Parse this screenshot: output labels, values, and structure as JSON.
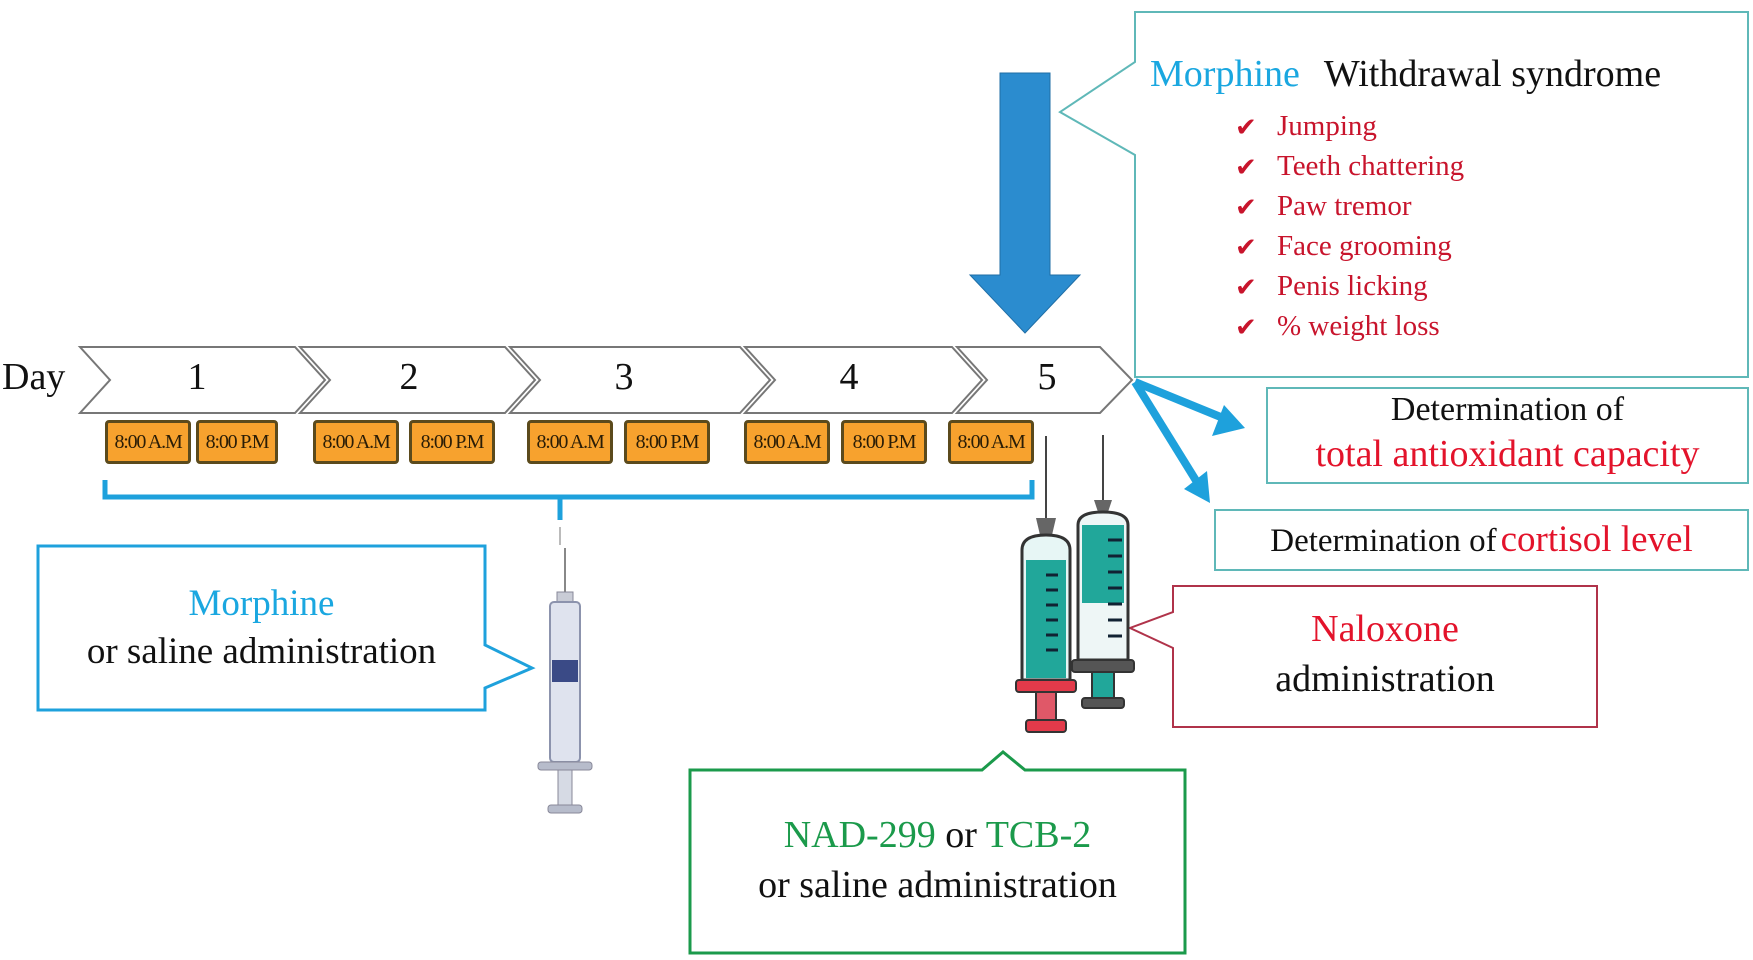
{
  "timeline": {
    "day_label": "Day",
    "days": [
      "1",
      "2",
      "3",
      "4",
      "5"
    ],
    "time_slots": [
      "8:00 A.M",
      "8:00 P.M",
      "8:00 A.M",
      "8:00 P.M",
      "8:00 A.M",
      "8:00 P.M",
      "8:00 A.M",
      "8:00 P.M",
      "8:00 A.M"
    ]
  },
  "withdrawal": {
    "drug": "Morphine",
    "title": "Withdrawal syndrome",
    "symptoms": [
      "Jumping",
      "Teeth chattering",
      "Paw tremor",
      "Face grooming",
      "Penis licking",
      "% weight loss"
    ]
  },
  "antioxidant": {
    "prefix": "Determination of",
    "highlight": "total antioxidant capacity"
  },
  "cortisol": {
    "prefix": "Determination of",
    "highlight": "cortisol level"
  },
  "morphine_admin": {
    "drug": "Morphine",
    "text": "or saline administration"
  },
  "naloxone_admin": {
    "drug": "Naloxone",
    "text": "administration"
  },
  "nad_admin": {
    "drug1": "NAD-299",
    "conj": "or",
    "drug2": "TCB-2",
    "text": "or saline administration"
  },
  "colors": {
    "cyan": "#1aa7e0",
    "red": "#e3132b",
    "green": "#1b9a4b",
    "dark_red": "#b0334a",
    "arrow_blue": "#2b8ccf",
    "orange": "#f7a22e"
  }
}
